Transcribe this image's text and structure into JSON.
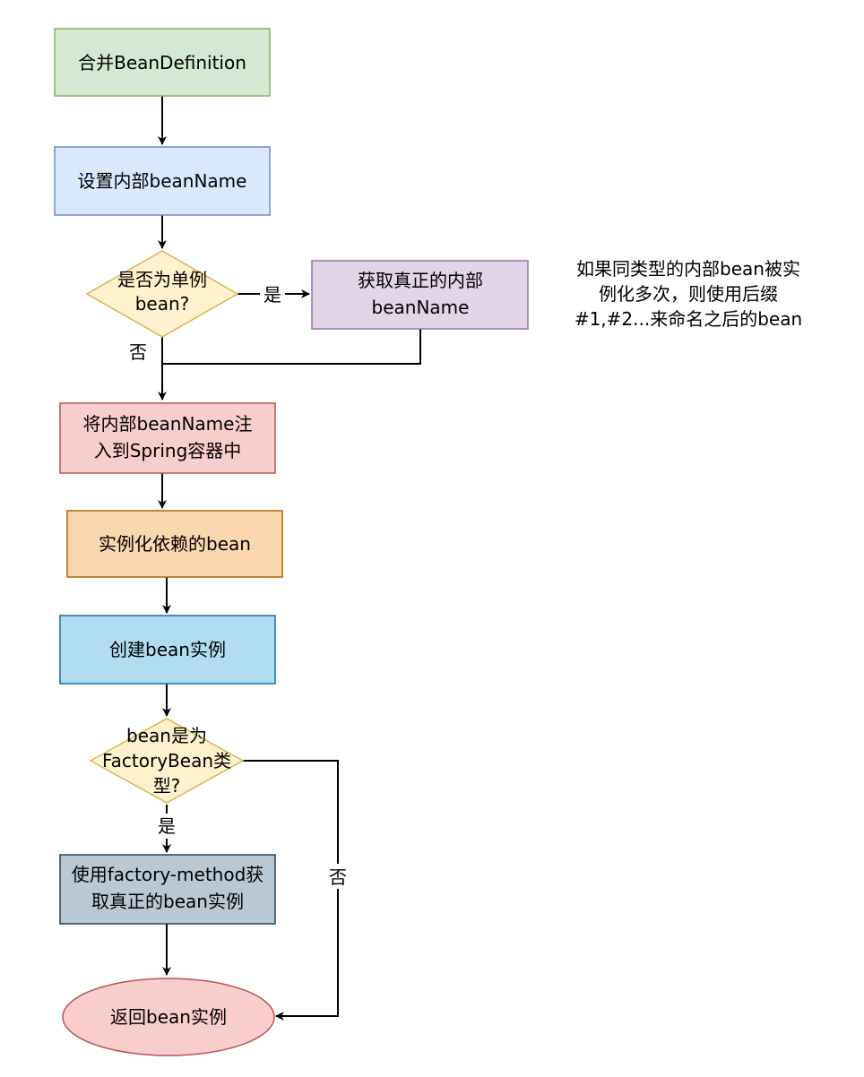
{
  "nodes": {
    "merge": {
      "text": "合并BeanDefinition",
      "fill": "#d5e8d4",
      "stroke": "#82b366"
    },
    "set_inner_name": {
      "text": "设置内部beanName",
      "fill": "#dae8fc",
      "stroke": "#6c8ebf"
    },
    "is_singleton": {
      "lines": [
        "是否为单例",
        "bean?"
      ],
      "fill": "#fff2cc",
      "stroke": "#d6b656"
    },
    "get_real_name": {
      "lines": [
        "获取真正的内部",
        "beanName"
      ],
      "fill": "#e1d5e7",
      "stroke": "#9673a6"
    },
    "inject": {
      "lines": [
        "将内部beanName注",
        "入到Spring容器中"
      ],
      "fill": "#f8cecc",
      "stroke": "#b85450"
    },
    "instantiate_deps": {
      "text": "实例化依赖的bean",
      "fill": "#fad7ac",
      "stroke": "#b46504"
    },
    "create_instance": {
      "text": "创建bean实例",
      "fill": "#b1ddf0",
      "stroke": "#10739e"
    },
    "is_factory_bean": {
      "lines": [
        "bean是为",
        "FactoryBean类",
        "型?"
      ],
      "fill": "#fff2cc",
      "stroke": "#d6b656"
    },
    "factory_method": {
      "lines": [
        "使用factory-method获",
        "取真正的bean实例"
      ],
      "fill": "#bac8d3",
      "stroke": "#23445d"
    },
    "return_instance": {
      "text": "返回bean实例",
      "fill": "#f8cecc",
      "stroke": "#b85450"
    }
  },
  "edge_labels": {
    "singleton_yes": "是",
    "singleton_no": "否",
    "factory_yes": "是",
    "factory_no": "否"
  },
  "note": {
    "lines": [
      "如果同类型的内部bean被实",
      "例化多次，则使用后缀",
      "#1,#2...来命名之后的bean"
    ]
  }
}
